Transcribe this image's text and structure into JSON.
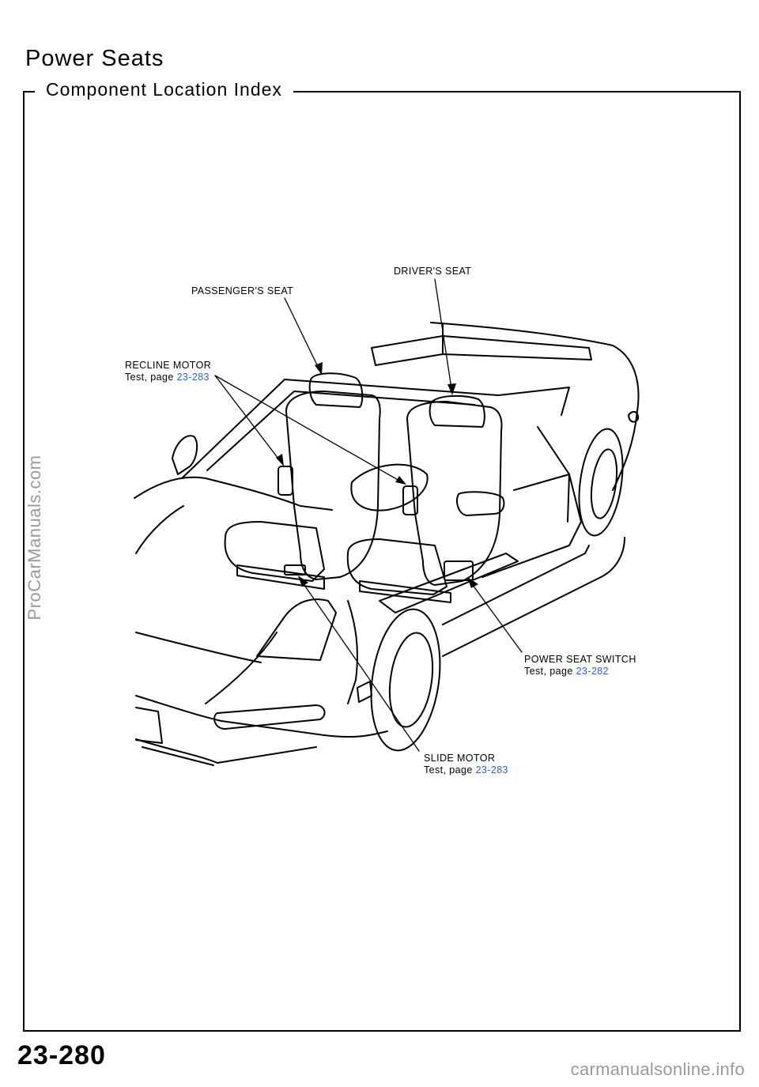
{
  "header": {
    "title": "Power Seats",
    "subtitle": "Component Location Index"
  },
  "callouts": {
    "drivers_seat": {
      "name": "DRIVER'S SEAT"
    },
    "passengers_seat": {
      "name": "PASSENGER'S SEAT"
    },
    "recline_motor": {
      "name": "RECLINE MOTOR",
      "test_prefix": "Test, page",
      "page_ref": "23-283"
    },
    "power_seat_switch": {
      "name": "POWER SEAT SWITCH",
      "test_prefix": "Test, page",
      "page_ref": "23-282"
    },
    "slide_motor": {
      "name": "SLIDE MOTOR",
      "test_prefix": "Test, page",
      "page_ref": "23-283"
    }
  },
  "footer": {
    "page_number": "23-280"
  },
  "watermarks": {
    "left": "ProCarManuals.com",
    "bottom": "carmanualsonline.info"
  },
  "colors": {
    "page_ref_link": "#2b5fd9",
    "watermark": "#9a9a9a"
  }
}
